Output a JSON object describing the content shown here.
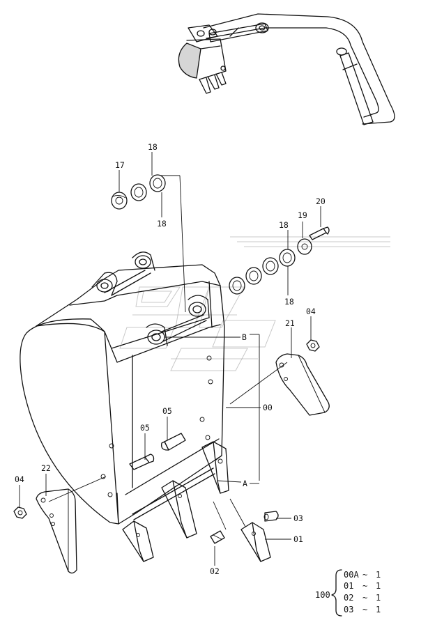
{
  "callouts": {
    "c17": "17",
    "c18_top": "18",
    "c18_left": "18",
    "c18_right": "18",
    "c18_right_low": "18",
    "c19": "19",
    "c20": "20",
    "c04_right": "04",
    "c21": "21",
    "c_b": "B",
    "c00": "00",
    "c05_mid": "05",
    "c05_left": "05",
    "c04_left": "04",
    "c22": "22",
    "c_a": "A",
    "c03": "03",
    "c01": "01",
    "c02": "02"
  },
  "kit_table": {
    "group": "100",
    "rows": [
      {
        "part": "00A",
        "sep": "~",
        "qty": "1"
      },
      {
        "part": "01",
        "sep": "~",
        "qty": "1"
      },
      {
        "part": "02",
        "sep": "~",
        "qty": "1"
      },
      {
        "part": "03",
        "sep": "~",
        "qty": "1"
      }
    ]
  }
}
